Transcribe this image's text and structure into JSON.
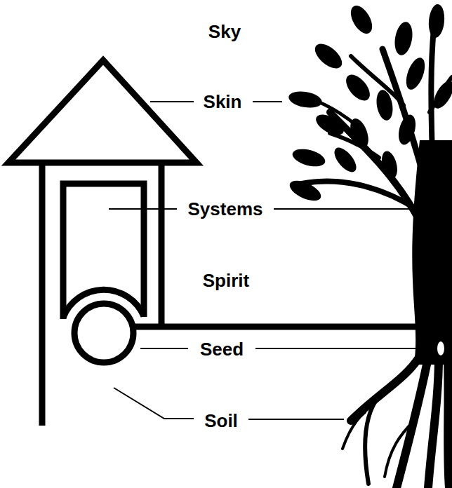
{
  "diagram": {
    "labels": [
      "Sky",
      "Skin",
      "Systems",
      "Spirit",
      "Seed",
      "Soil"
    ]
  }
}
